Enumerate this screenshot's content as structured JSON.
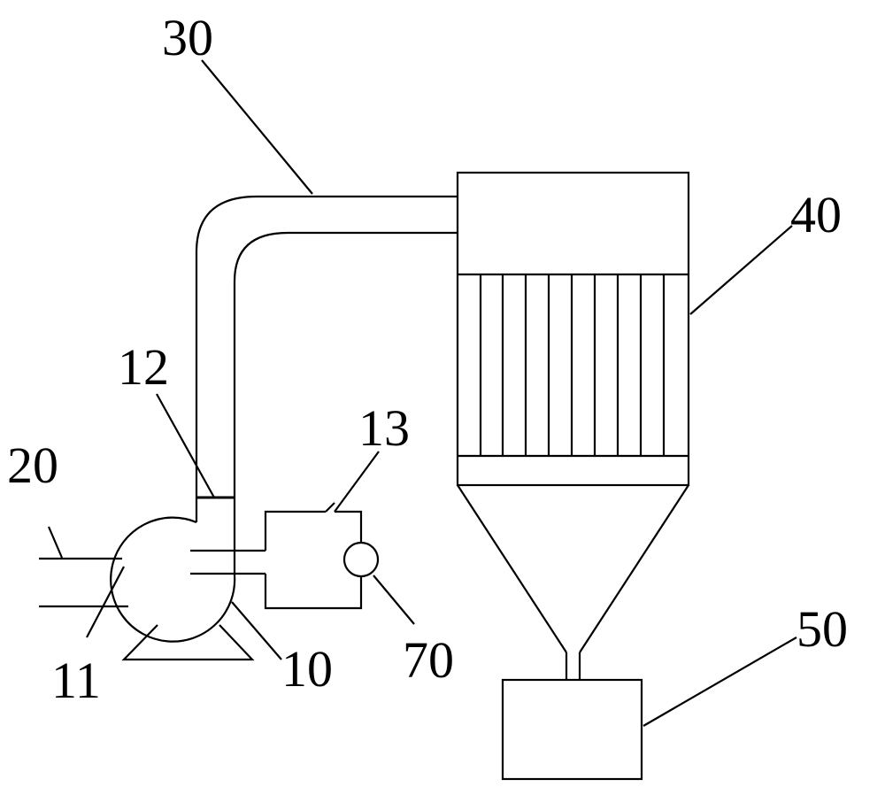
{
  "figure": {
    "background": "#ffffff",
    "stroke_color": "#000000",
    "components": [
      {
        "id": "fan",
        "label": "10"
      },
      {
        "id": "fan-inlet",
        "label": "11"
      },
      {
        "id": "fan-outlet",
        "label": "12"
      },
      {
        "id": "bypass-pipe",
        "label": "13"
      },
      {
        "id": "inlet-duct",
        "label": "20"
      },
      {
        "id": "duct",
        "label": "30"
      },
      {
        "id": "dust-collector",
        "label": "40"
      },
      {
        "id": "collection-box",
        "label": "50"
      },
      {
        "id": "valve",
        "label": "70"
      }
    ]
  }
}
